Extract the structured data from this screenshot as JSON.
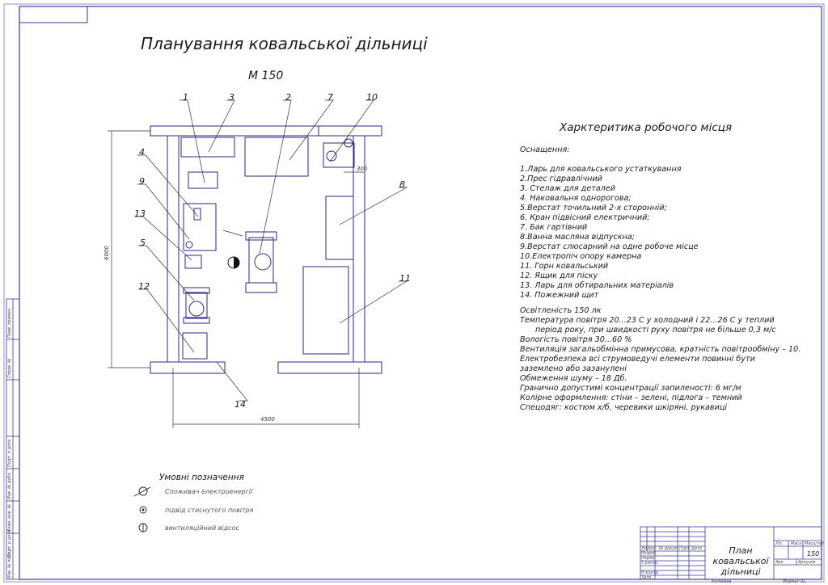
{
  "drawing": {
    "title": "Планування ковальської дільниці",
    "scale_label": "М 150"
  },
  "plan": {
    "width_dim": "4500",
    "height_dim": "6000",
    "gap_dim": "300",
    "callouts": [
      "1",
      "3",
      "2",
      "7",
      "10",
      "4",
      "9",
      "13",
      "5",
      "12",
      "8",
      "11",
      "14"
    ]
  },
  "characteristics": {
    "title": "Харктеритика робочого місця",
    "equipment_heading": "Оснащення:",
    "equipment": [
      "1.Ларь для ковальського устаткування",
      "2.Прес гідравлічний",
      "3. Стелаж для деталей",
      "4. Наковальня однорогова;",
      "5.Верстат точильний 2-х сторонній;",
      "6. Кран підвісний електричний;",
      "7. Бак гартівний",
      "8.Ванна масляна відпускна;",
      "9.Верстат слюсарний на одне робоче місце",
      "10.Електропіч опору камерна",
      "11. Горн ковальський",
      "12. Ящик для піску",
      "13. Ларь для обтиральних матеріалів",
      "14. Пожежний щит"
    ],
    "conditions": [
      "Освітленість 150 лк",
      "Температура повітря 20...23 С у холодний і 22...26 С у теплий",
      "період року, при швидкості руху повітря не більше 0,3 м/с",
      "Вологість повітря 30...60 %",
      "Вентиляція загальобмінна примусова, кратність повітрообміну – 10.",
      "Електробезпека всі струмоведучі елементи повинні бути",
      "заземлено або зазанулені",
      "Обмеження шуму – 18 Дб.",
      "Гранично допустимі концентрації запиленості: 6 мг/м",
      "Колірне оформлення: стіни – зелені, підлога – темний",
      "Спецодяг: костюм х/б, черевики шкіряні, рукавиці"
    ]
  },
  "legend": {
    "title": "Умовні позначення",
    "items": [
      {
        "icon": "power-consumer-icon",
        "label": "Споживач електроенергії"
      },
      {
        "icon": "compressed-air-icon",
        "label": "підвід стиснутого повітря"
      },
      {
        "icon": "ventilation-icon",
        "label": "вентиляційний відсос"
      }
    ]
  },
  "title_block": {
    "drawing_name": "План ковальської дільниці",
    "scale": "150",
    "head_cells": [
      "Зм.",
      "Арк.",
      "№ докум.",
      "Підп.",
      "Дата"
    ],
    "role_cells": [
      "Розроб.",
      "Перев.",
      "Т.контр.",
      "Н.контр.",
      "Затв."
    ],
    "right_cells": [
      "Літ.",
      "Маса",
      "Масштаб",
      "Арк.",
      "Аркушів"
    ],
    "bottom_left": "Копіював",
    "bottom_right": "Формат   А1"
  },
  "side_strip": {
    "labels": [
      "Перв. примен.",
      "Справ. №",
      "Подп. и дата",
      "Инв. № дубл.",
      "Взам. инв. №",
      "Подп. и дата",
      "Инв. № подл."
    ]
  }
}
